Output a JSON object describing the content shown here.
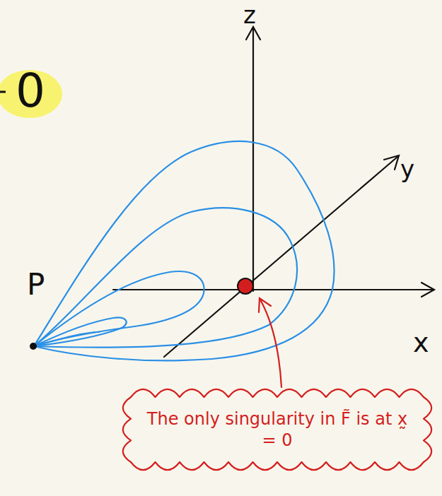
{
  "diagram": {
    "nodes": [
      {
        "text": [
          "The only singularity in F̃ is at x̰ = 0"
        ]
      }
    ],
    "labels": [
      "0",
      "z",
      "y",
      "x",
      "P"
    ]
  }
}
